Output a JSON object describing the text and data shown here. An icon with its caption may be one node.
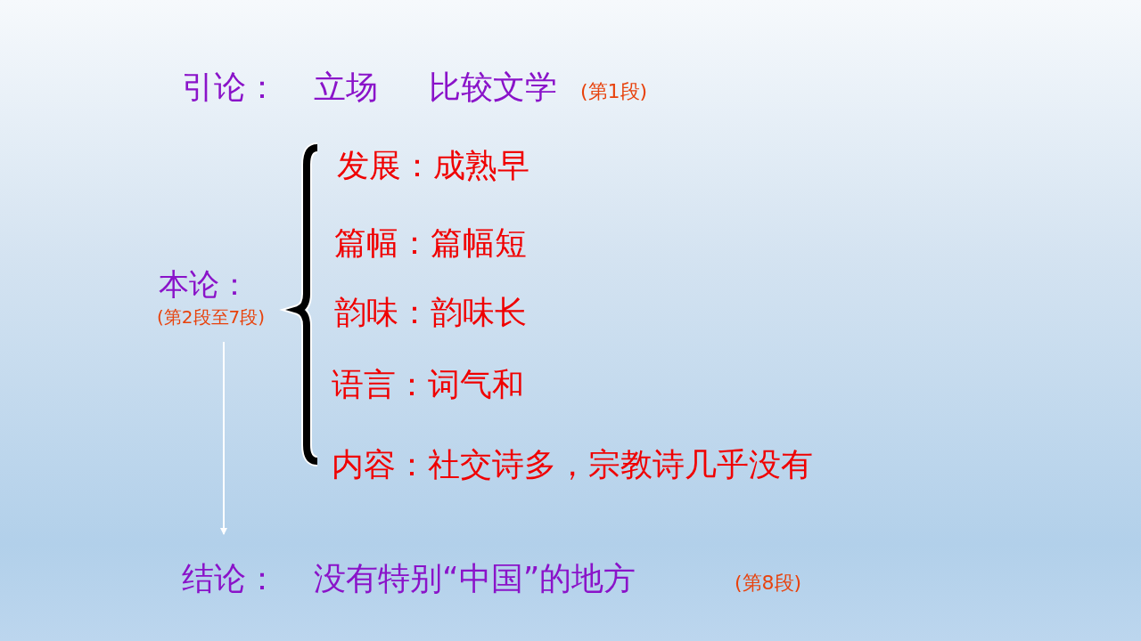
{
  "diagram": {
    "nodes": [
      {
        "text": [
          "本论：",
          "(第2段至7段)"
        ]
      },
      {
        "text": [
          "结论：",
          "没有特别“中国”的地方",
          "(第8段)"
        ]
      }
    ],
    "edges": [
      {
        "from": 0,
        "to": 1,
        "arrow": "to",
        "color": "#ffffff"
      }
    ],
    "labels": [
      "引论：",
      "立场",
      "比较文学",
      "(第1段)",
      "发展：成熟早",
      "篇幅：篇幅短",
      "韵味：韵味长",
      "语言：词气和",
      "内容：社交诗多，宗教诗几乎没有"
    ]
  }
}
